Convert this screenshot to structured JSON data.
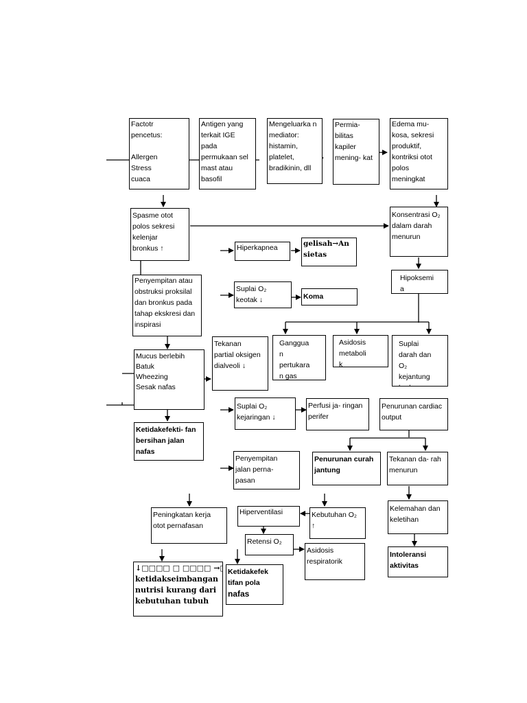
{
  "nodes": {
    "factor": [
      "Factotr",
      "pencetus:",
      "",
      "Allergen",
      "Stress",
      "cuaca"
    ],
    "antigen": [
      "Antigen yang",
      "terkait IGE",
      "pada",
      "permukaan sel",
      "mast atau",
      "basofil"
    ],
    "mediator": [
      "Mengeluarka n",
      "mediator:",
      "histamin,",
      "platelet,",
      "bradikinin, dll"
    ],
    "permeabilitas": [
      "Permia-",
      "bilitas",
      "kapiler",
      "mening- kat"
    ],
    "edema": [
      "Edema mu-",
      "kosa, sekresi",
      "produktif,",
      "kontriksi otot",
      "polos",
      "meningkat"
    ],
    "spasme": [
      "Spasme otot",
      "polos sekresi",
      "kelenjar",
      "bronkus ↑"
    ],
    "konsentrasi": [
      "Konsentrasi O₂",
      "dalam darah",
      "menurun"
    ],
    "hiperkapnea": [
      "Hiperkapnea"
    ],
    "gelisah": [
      "gelisah→An",
      "sietas"
    ],
    "hipoksemia": [
      "Hipoksemi",
      "a"
    ],
    "penyempitan_obstruksi": [
      "Penyempitan atau",
      "obstruksi proksilal",
      "dan bronkus pada",
      "tahap ekskresi dan",
      "inspirasi"
    ],
    "suplai_otak": [
      "Suplai O₂",
      "keotak ↓"
    ],
    "koma": [
      "Koma"
    ],
    "tekanan_partial": [
      "Tekanan",
      "partial oksigen",
      "dialveoli ↓"
    ],
    "gangguan": [
      "Ganggua",
      "n",
      "pertukara",
      "n gas"
    ],
    "asidosis_metabolik": [
      "Asidosis",
      "metaboli",
      "k"
    ],
    "suplai_darah": [
      "Suplai",
      "darah dan",
      "O₂",
      "kejantung",
      "berkurang"
    ],
    "mucus": [
      "Mucus berlebih",
      "Batuk",
      "Wheezing",
      "Sesak nafas"
    ],
    "suplai_jaringan": [
      "Suplai O₂",
      "kejaringan ↓"
    ],
    "perfusi": [
      "Perfusi ja- ringan",
      "perifer"
    ],
    "penurunan_cardiac": [
      "Penurunan cardiac",
      "output"
    ],
    "ketidakefektifan_bersihan": [
      "Ketidakefekti- fan",
      "bersihan jalan",
      "nafas"
    ],
    "penyempitan_jalan": [
      "Penyempitan",
      "jalan perna-",
      "pasan"
    ],
    "penurunan_curah": [
      "Penurunan curah",
      "jantung"
    ],
    "tekanan_darah": [
      "Tekanan da- rah",
      "menurun"
    ],
    "peningkatan_kerja": [
      "Peningkatan kerja",
      "otot pernafasan"
    ],
    "hiperventilasi": [
      "Hiperventilasi"
    ],
    "kebutuhan": [
      "Kebutuhan O₂",
      "↑"
    ],
    "kelemahan": [
      "Kelemahan dan",
      "keletihan"
    ],
    "retensi": [
      "Retensi O₂"
    ],
    "asidosis_respiratorik": [
      "Asidosis",
      "respiratorik"
    ],
    "intoleransi": [
      "Intoleransi",
      "aktivitas"
    ],
    "ketidakseimbangan": [
      "↓□□□□ □ □□□□ →□",
      "ketidakseimbangan",
      "nutrisi kurang dari",
      "kebutuhan tubuh"
    ],
    "ketidakefektifan_pola": [
      "Ketidakefek",
      "tifan pola",
      "nafas"
    ]
  }
}
